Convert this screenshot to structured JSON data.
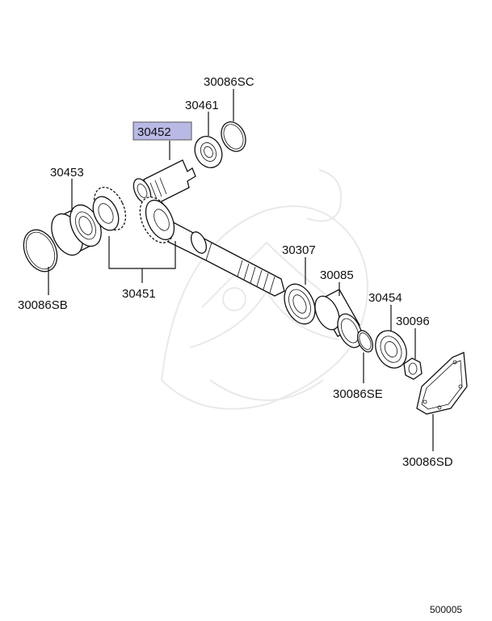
{
  "diagram": {
    "highlight_color": "#b9b9e6",
    "labels": {
      "p30086SC": "30086SC",
      "p30461": "30461",
      "p30452": "30452",
      "p30453": "30453",
      "p30086SB": "30086SB",
      "p30451": "30451",
      "p30307": "30307",
      "p30085": "30085",
      "p30454": "30454",
      "p30096": "30096",
      "p30086SE": "30086SE",
      "p30086SD": "30086SD"
    },
    "figure_number": "500005"
  }
}
